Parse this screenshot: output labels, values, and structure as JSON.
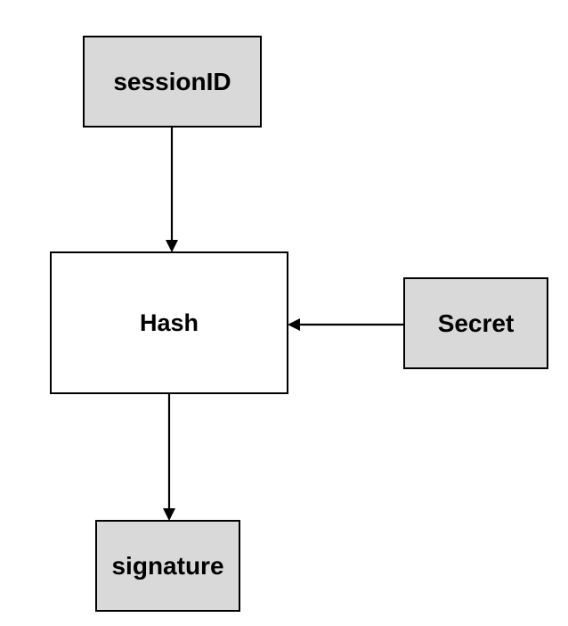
{
  "diagram": {
    "colors": {
      "input_fill": "#d9d9d9",
      "process_fill": "#ffffff",
      "stroke": "#000000"
    },
    "nodes": {
      "session": {
        "label": "sessionID",
        "kind": "input"
      },
      "hash": {
        "label": "Hash",
        "kind": "process"
      },
      "secret": {
        "label": "Secret",
        "kind": "input"
      },
      "signature": {
        "label": "signature",
        "kind": "output"
      }
    },
    "edges": [
      {
        "from": "sessionID",
        "to": "Hash"
      },
      {
        "from": "Secret",
        "to": "Hash"
      },
      {
        "from": "Hash",
        "to": "signature"
      }
    ]
  }
}
